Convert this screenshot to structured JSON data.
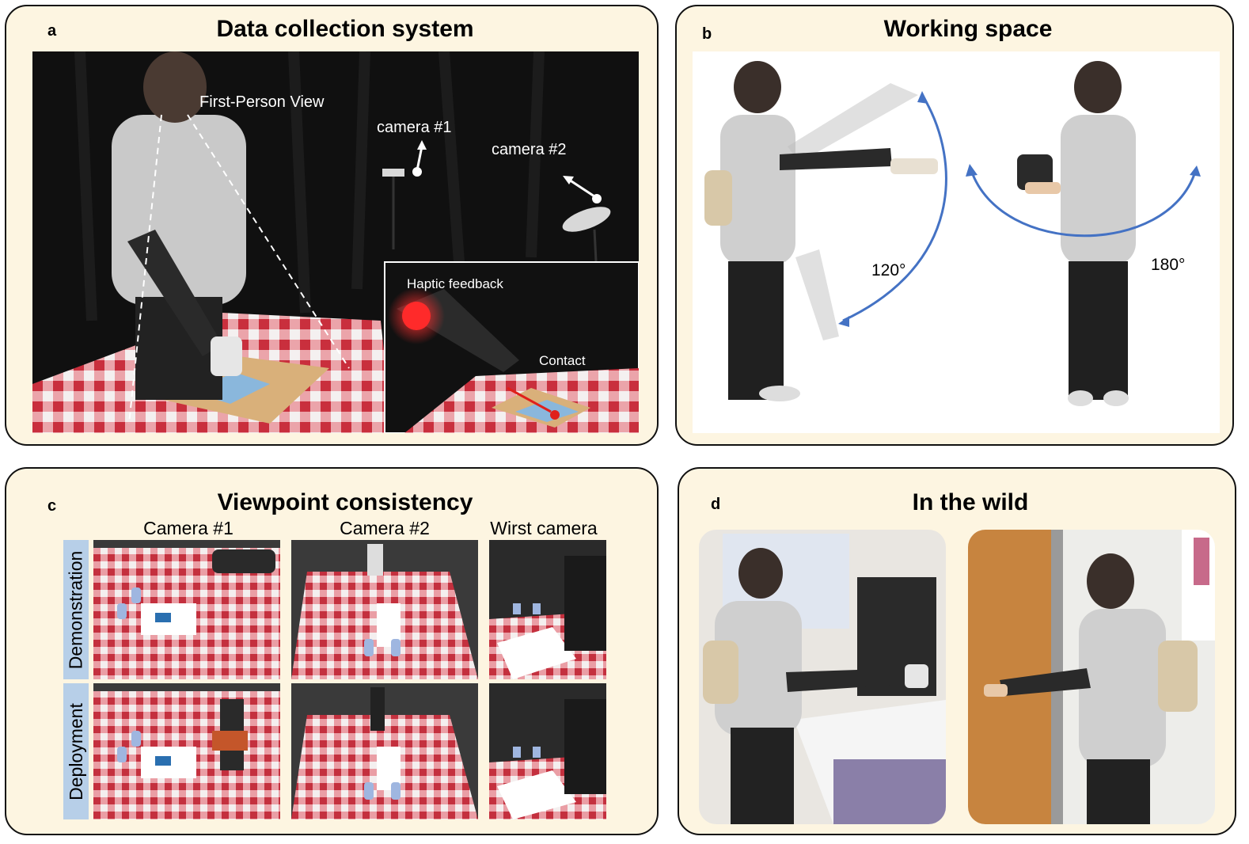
{
  "panels": {
    "a": {
      "letter": "a",
      "title": "Data collection system",
      "labels": {
        "first_person_view": "First-Person View",
        "camera1": "camera #1",
        "camera2": "camera #2",
        "haptic_feedback": "Haptic feedback",
        "contact": "Contact"
      }
    },
    "b": {
      "letter": "b",
      "title": "Working space",
      "angles": {
        "vertical": "120°",
        "horizontal": "180°"
      }
    },
    "c": {
      "letter": "c",
      "title": "Viewpoint consistency",
      "columns": [
        "Camera #1",
        "Camera #2",
        "Wirst camera"
      ],
      "rows": [
        "Demonstration",
        "Deployment"
      ]
    },
    "d": {
      "letter": "d",
      "title": "In the wild"
    }
  },
  "colors": {
    "panel_bg": "#fdf5e1",
    "row_tab": "#b7cfe8",
    "arc_blue": "#4472c4",
    "haptic_red": "#e0201b"
  }
}
